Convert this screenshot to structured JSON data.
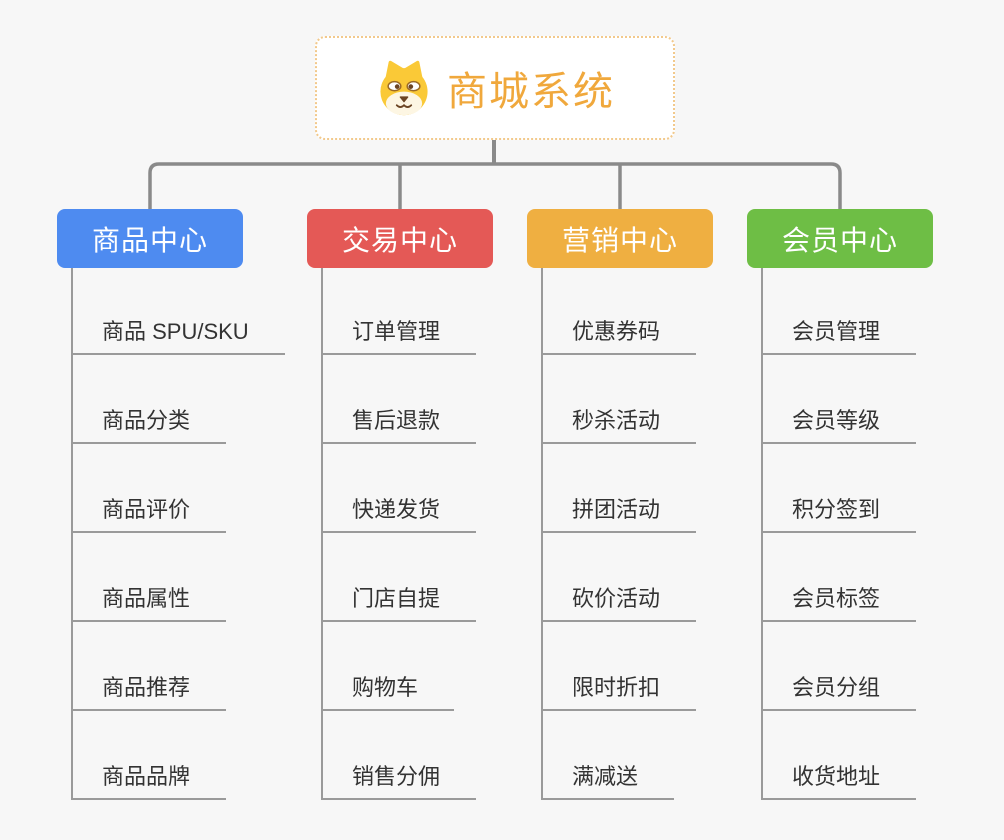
{
  "root": {
    "title": "商城系统",
    "icon": "dog-icon"
  },
  "branches": [
    {
      "label": "商品中心",
      "color": "#4e8bf0",
      "items": [
        "商品 SPU/SKU",
        "商品分类",
        "商品评价",
        "商品属性",
        "商品推荐",
        "商品品牌"
      ]
    },
    {
      "label": "交易中心",
      "color": "#e45956",
      "items": [
        "订单管理",
        "售后退款",
        "快递发货",
        "门店自提",
        "购物车",
        "销售分佣"
      ]
    },
    {
      "label": "营销中心",
      "color": "#efaf41",
      "items": [
        "优惠券码",
        "秒杀活动",
        "拼团活动",
        "砍价活动",
        "限时折扣",
        "满减送"
      ]
    },
    {
      "label": "会员中心",
      "color": "#6ebe45",
      "items": [
        "会员管理",
        "会员等级",
        "积分签到",
        "会员标签",
        "会员分组",
        "收货地址"
      ]
    }
  ],
  "colors": {
    "background": "#f7f7f7",
    "root_title": "#f0a83c",
    "root_border": "#f2c98c",
    "connector_line": "#8a8a8a",
    "underline": "#9a9a9a",
    "item_text": "#333333",
    "dog_yellow": "#fac937"
  }
}
